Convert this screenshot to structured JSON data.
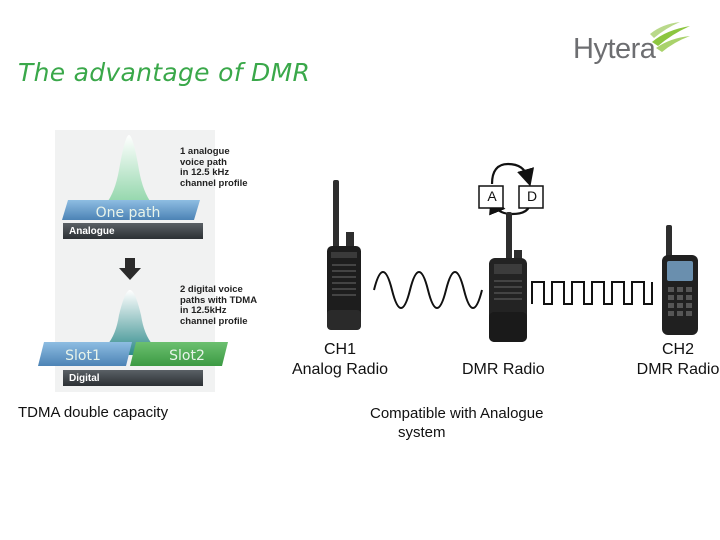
{
  "title": "The advantage of DMR",
  "logo": {
    "text": "Hytera"
  },
  "left_panel": {
    "analogue_note": [
      "1 analogue",
      "voice path",
      "in 12.5 kHz",
      "channel profile"
    ],
    "one_path_label": "One path",
    "analogue_bar": "Analogue",
    "digital_note": [
      "2 digital voice",
      "paths with TDMA",
      "in 12.5kHz",
      "channel profile"
    ],
    "slot1_label": "Slot1",
    "slot2_label": "Slot2",
    "digital_bar": "Digital",
    "caption": "TDMA double capacity"
  },
  "right_panel": {
    "a_label": "A",
    "d_label": "D",
    "ch1_label": [
      "CH1",
      "Analog Radio"
    ],
    "dmr_label": "DMR Radio",
    "ch2_label": [
      "CH2",
      "DMR Radio"
    ],
    "caption": [
      "Compatible with Analogue",
      "system"
    ]
  },
  "colors": {
    "title_green": "#3aa84a",
    "box_green": "#4caf50",
    "bar_dark": "#3a3f44"
  }
}
